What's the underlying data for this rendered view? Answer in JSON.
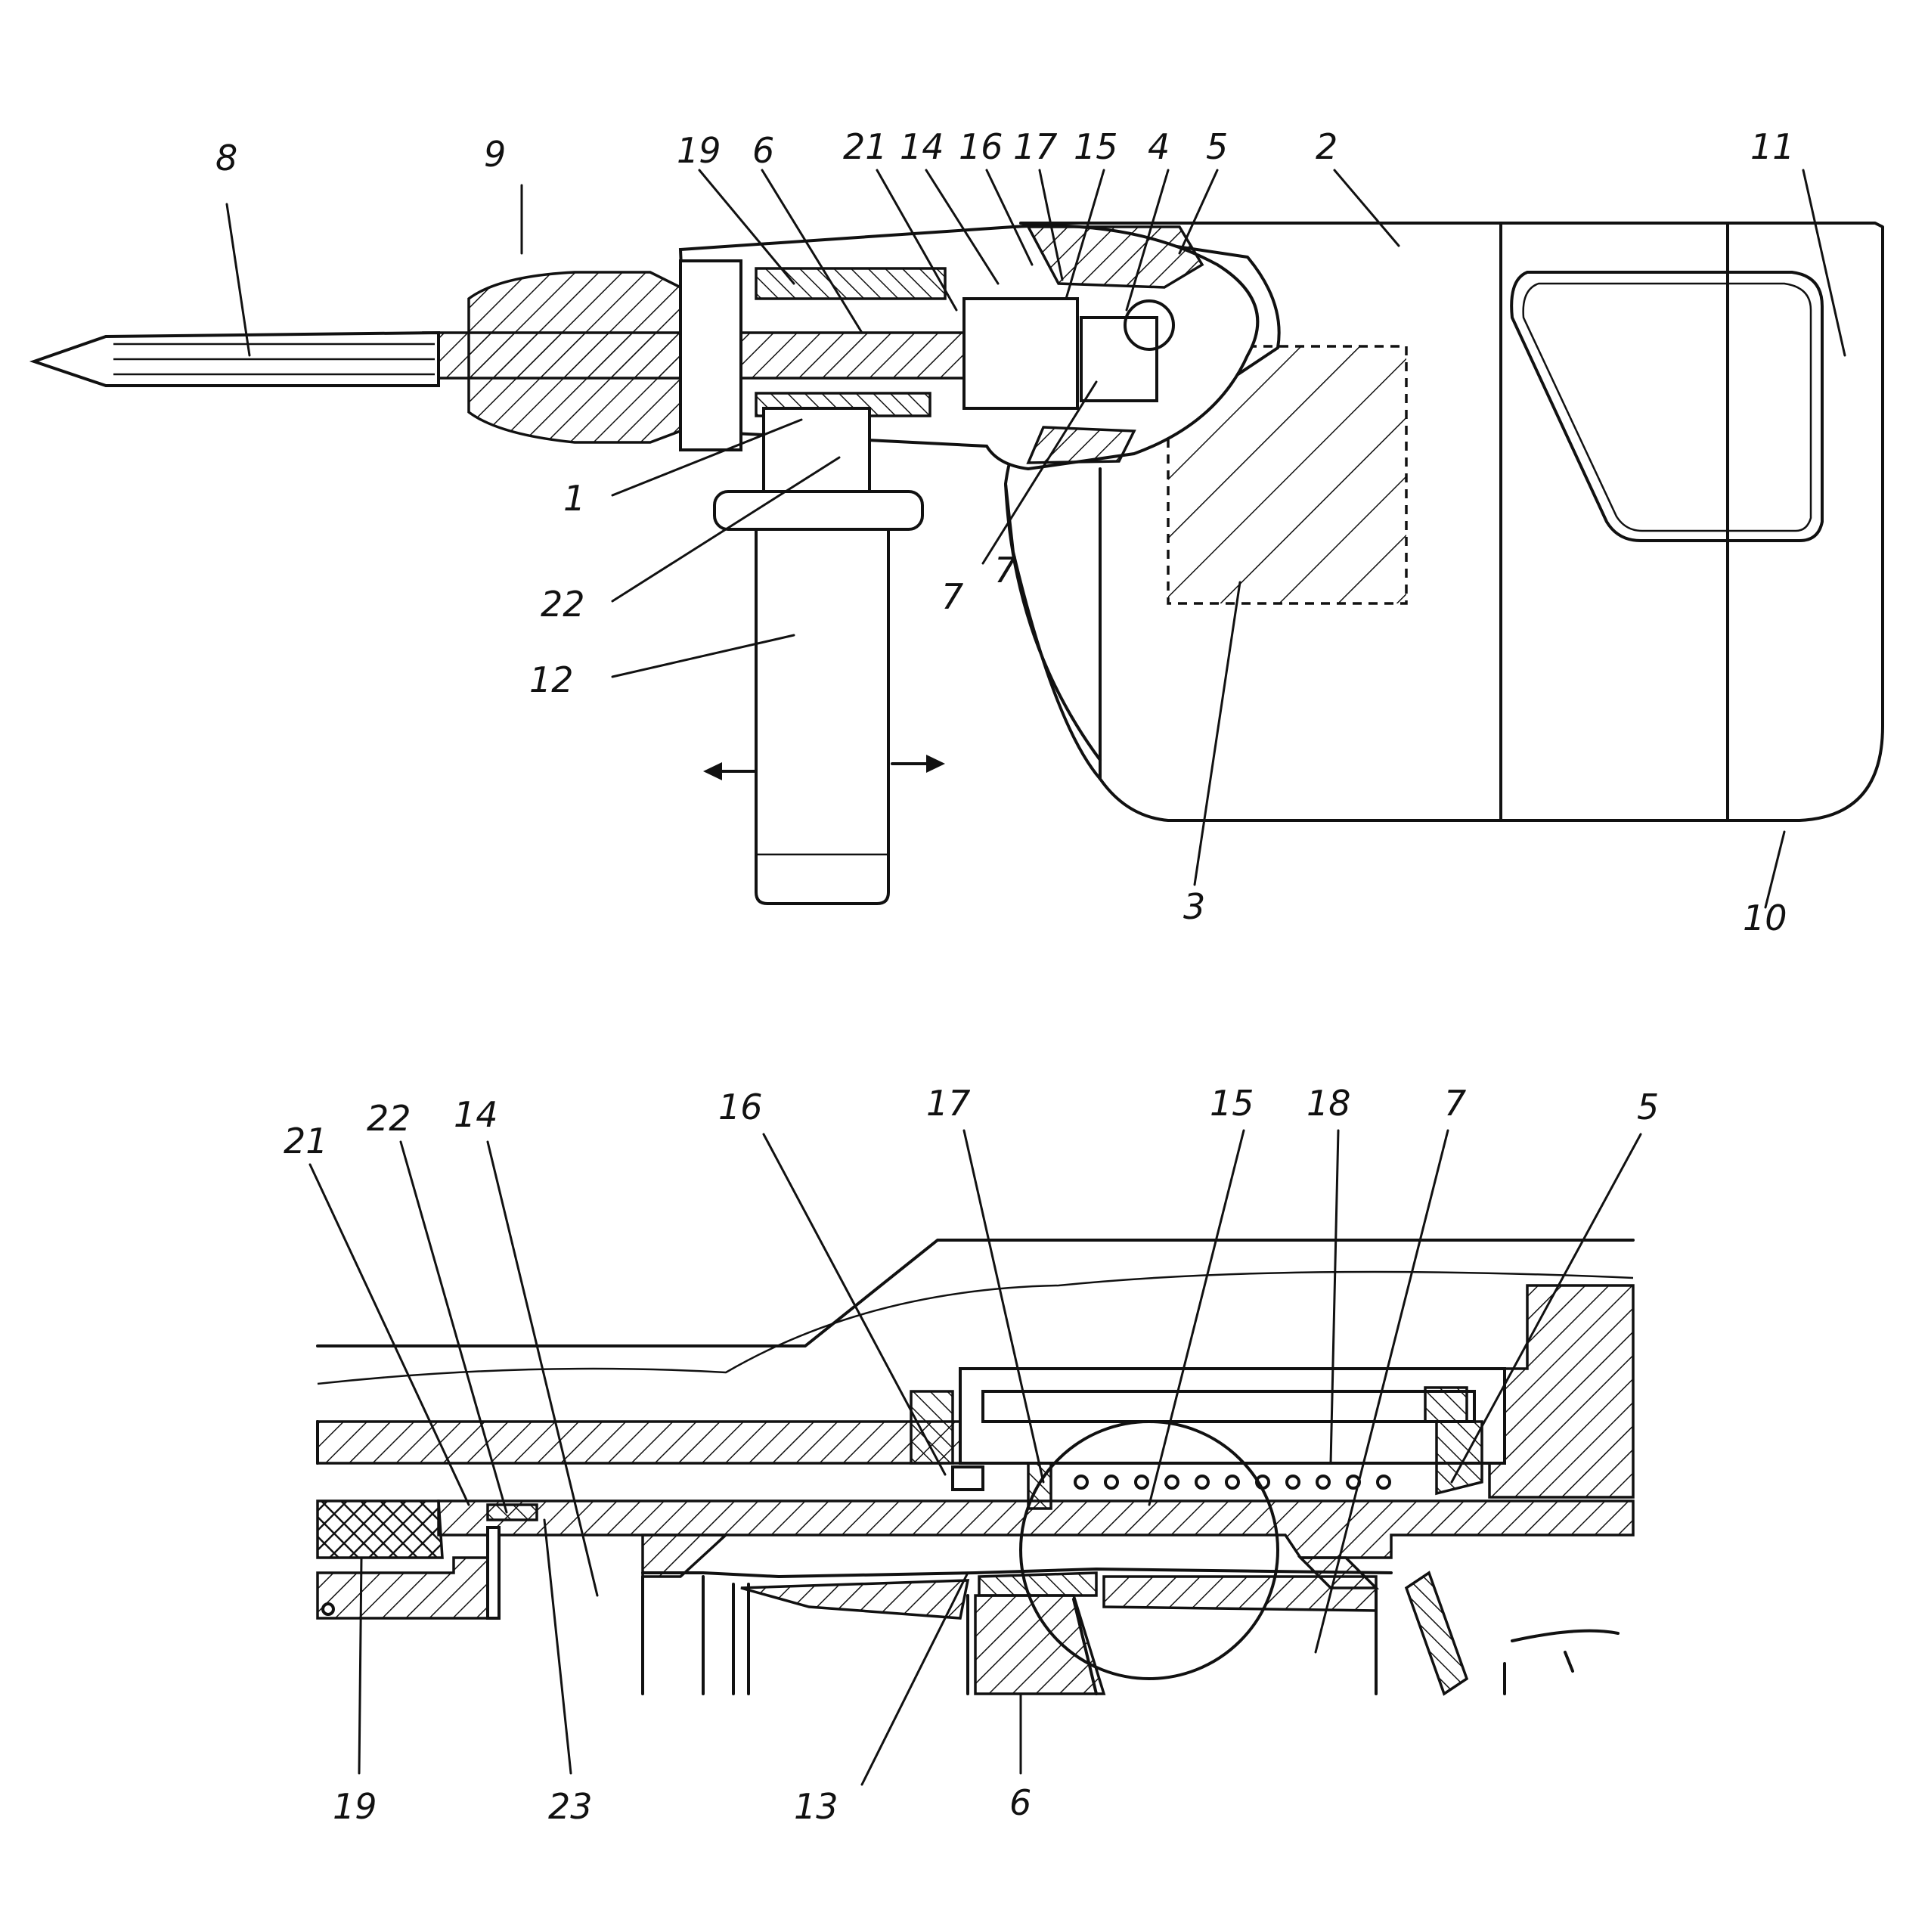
{
  "figure_top": {
    "labels": {
      "l8": "8",
      "l9": "9",
      "l19": "19",
      "l6": "6",
      "l21": "21",
      "l14": "14",
      "l16": "16",
      "l17": "17",
      "l15": "15",
      "l4": "4",
      "l5": "5",
      "l2": "2",
      "l11": "11",
      "l1": "1",
      "l22": "22",
      "l7a": "7",
      "l7b": "7",
      "l12": "12",
      "l3": "3",
      "l10": "10"
    }
  },
  "figure_bottom": {
    "labels": {
      "l21": "21",
      "l22": "22",
      "l14": "14",
      "l16": "16",
      "l17": "17",
      "l15": "15",
      "l18": "18",
      "l7": "7",
      "l5": "5",
      "l19": "19",
      "l23": "23",
      "l13": "13",
      "l6": "6"
    }
  }
}
